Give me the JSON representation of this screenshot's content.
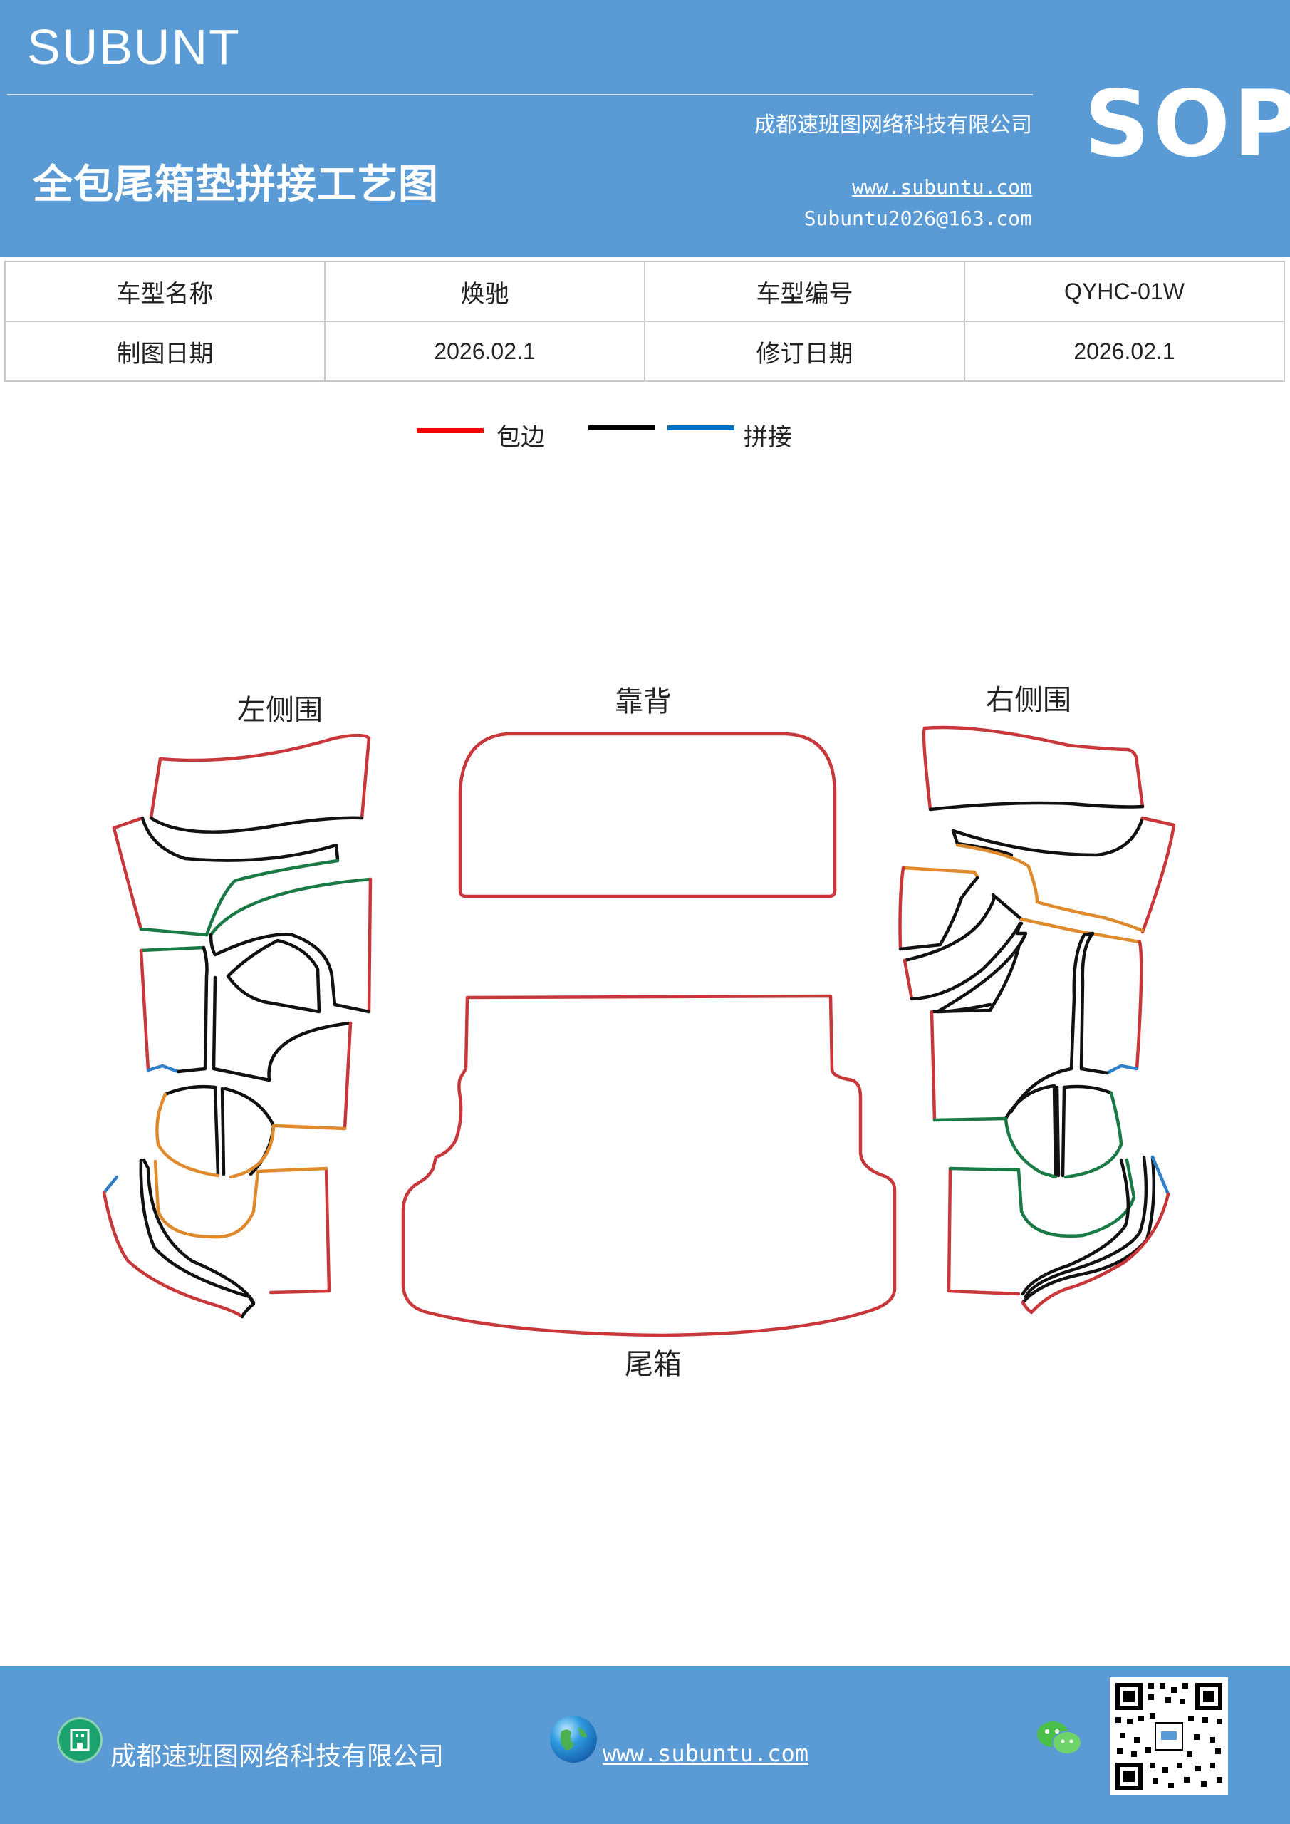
{
  "header": {
    "brand": "SUBUNT",
    "company": "成都速班图网络科技有限公司",
    "title": "全包尾箱垫拼接工艺图",
    "website": "www.subuntu.com",
    "email": "Subuntu2026@163.com",
    "sop": "SOP"
  },
  "info": {
    "model_name_label": "车型名称",
    "model_name": "焕驰",
    "model_code_label": "车型编号",
    "model_code": "QYHC-01W",
    "draw_date_label": "制图日期",
    "draw_date": "2026.02.1",
    "revise_date_label": "修订日期",
    "revise_date": "2026.02.1"
  },
  "legend": {
    "items": [
      {
        "color": "#ff0000",
        "label": "包边"
      },
      {
        "color": "#000000",
        "label": ""
      },
      {
        "color": "#0070c0",
        "label": "拼接"
      }
    ]
  },
  "diagram": {
    "labels": {
      "left": "左侧围",
      "back": "靠背",
      "right": "右侧围",
      "trunk": "尾箱"
    },
    "colors": {
      "edge": "#c8373a",
      "seam": "#111111",
      "green": "#1a7a45",
      "orange": "#e08a2e",
      "blue": "#2f80c8"
    }
  },
  "footer": {
    "company": "成都速班图网络科技有限公司",
    "website": "www.subuntu.com",
    "icons": [
      "building-icon",
      "globe-icon",
      "wechat-icon",
      "qr-code"
    ]
  }
}
